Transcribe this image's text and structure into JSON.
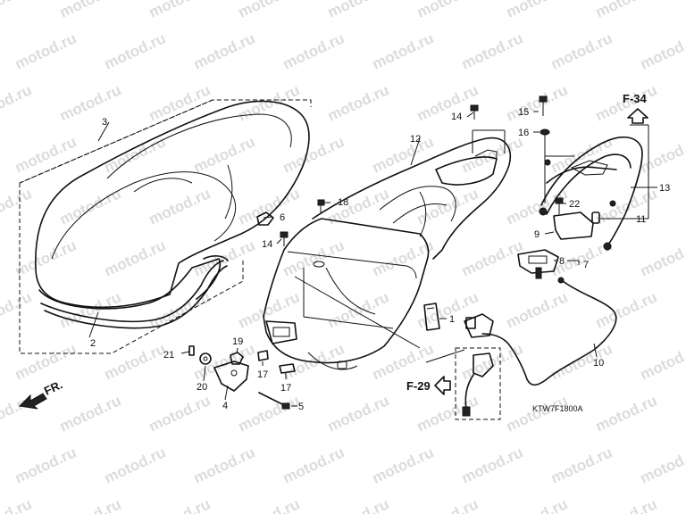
{
  "watermark": "motod.ru",
  "diagram_code": "KTW7F1800A",
  "front_label": "FR.",
  "refs": {
    "f34": "F-34",
    "f29": "F-29"
  },
  "callouts": {
    "c1": "1",
    "c2": "2",
    "c3": "3",
    "c4": "4",
    "c5": "5",
    "c6": "6",
    "c7": "7",
    "c8": "8",
    "c9": "9",
    "c10": "10",
    "c11": "11",
    "c12": "12",
    "c13": "13",
    "c14a": "14",
    "c14b": "14",
    "c15": "15",
    "c16": "16",
    "c17a": "17",
    "c17b": "17",
    "c18": "18",
    "c19": "19",
    "c20": "20",
    "c21": "21",
    "c22": "22"
  }
}
